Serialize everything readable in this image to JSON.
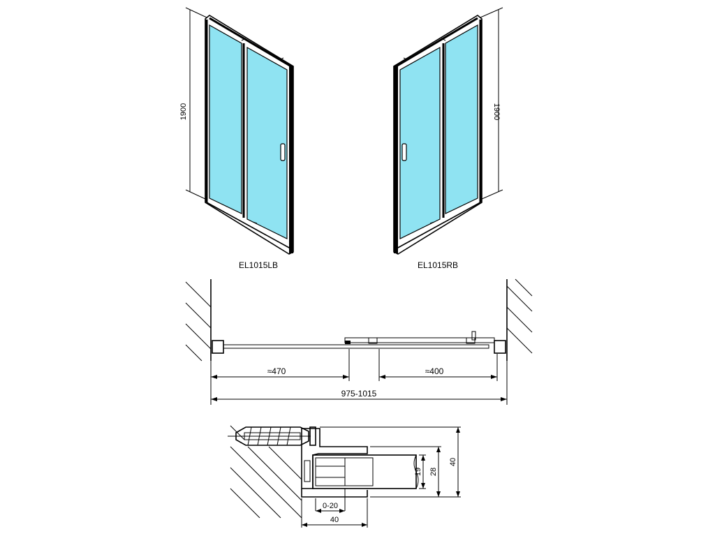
{
  "models": {
    "left": "EL1015LB",
    "right": "EL1015RB"
  },
  "dimensions": {
    "height_left": "1900",
    "height_right": "1900",
    "left_overlap": "≈470",
    "right_overlap": "≈400",
    "total_width": "975-1015",
    "profile_19": "19",
    "profile_28": "28",
    "profile_40": "40",
    "adjust_range": "0-20",
    "profile_depth": "40"
  },
  "colors": {
    "glass": "#8fe3f2",
    "line": "#000000"
  }
}
